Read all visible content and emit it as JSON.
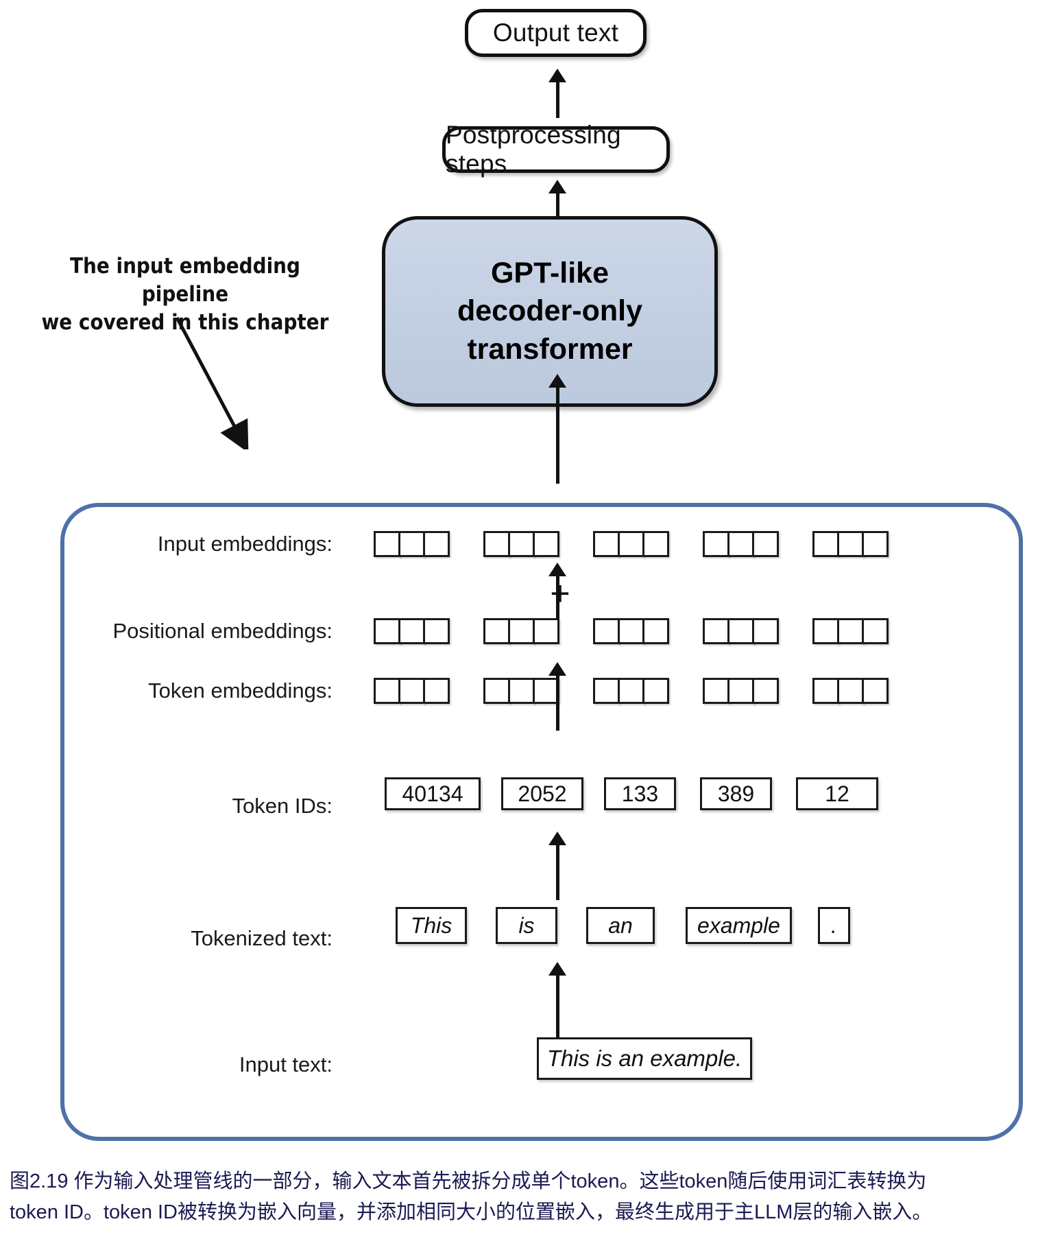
{
  "top_flow": {
    "output_box_label": "Output text",
    "postprocessing_box_label": "Postprocessing steps",
    "model_box_lines": [
      "GPT-like",
      "decoder-only",
      "transformer"
    ],
    "model_box_fill": "#c5d1e3"
  },
  "annotation": {
    "line1": "The input embedding pipeline",
    "line2": "we covered in this chapter"
  },
  "pipeline": {
    "border_color": "#4f71a8",
    "rows": [
      {
        "label": "Input embeddings:",
        "type": "embedding",
        "groups": 5,
        "cells_per_group": 3
      },
      {
        "label": "Positional embeddings:",
        "type": "embedding",
        "groups": 5,
        "cells_per_group": 3
      },
      {
        "label": "Token embeddings:",
        "type": "embedding",
        "groups": 5,
        "cells_per_group": 3
      },
      {
        "label": "Token IDs:",
        "type": "values",
        "values": [
          "40134",
          "2052",
          "133",
          "389",
          "12"
        ]
      },
      {
        "label": "Tokenized text:",
        "type": "values",
        "values": [
          "This",
          "is",
          "an",
          "example",
          "."
        ]
      },
      {
        "label": "Input text:",
        "type": "values",
        "values": [
          "This is an example."
        ]
      }
    ],
    "plus_symbol": "+"
  },
  "caption": {
    "line1": "图2.19 作为输入处理管线的一部分，输入文本首先被拆分成单个token。这些token随后使用词汇表转换为",
    "line2": "token ID。token ID被转换为嵌入向量，并添加相同大小的位置嵌入，最终生成用于主LLM层的输入嵌入。",
    "color": "#1a1a52"
  }
}
